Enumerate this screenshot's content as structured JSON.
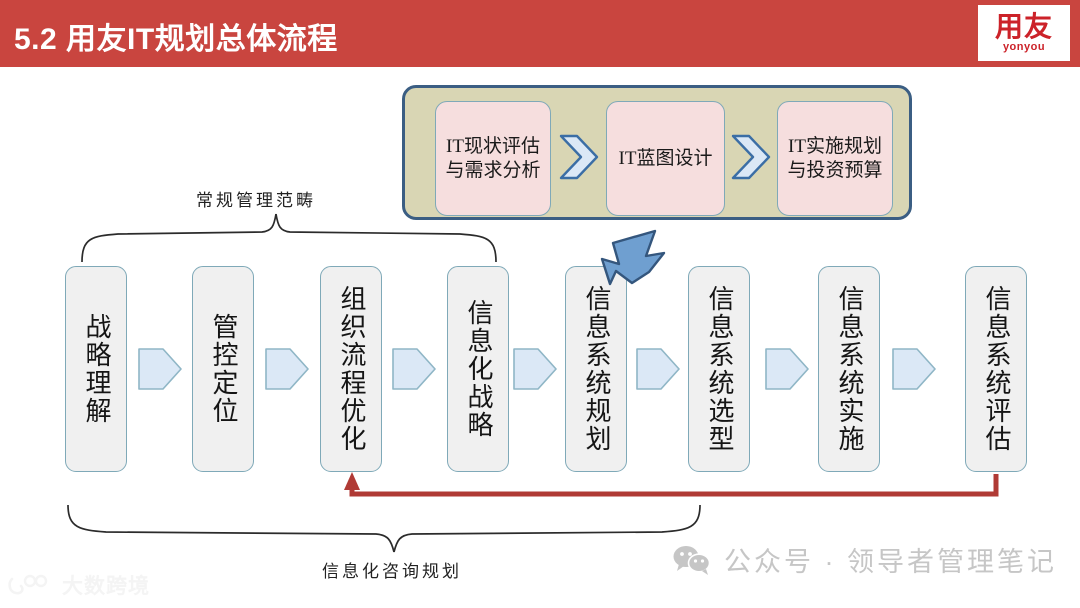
{
  "header": {
    "title": "5.2 用友IT规划总体流程",
    "bg_color": "#c9453f",
    "logo": {
      "cn": "用友",
      "en": "yonyou",
      "color": "#cc2229"
    }
  },
  "top_process": {
    "container_fill": "#d9d6b4",
    "container_border": "#3b5e83",
    "box_fill": "#f6dede",
    "box_border": "#7fa9b8",
    "chevron_fill": "#dbe8f6",
    "chevron_stroke": "#3b6ea5",
    "steps": [
      {
        "label": "IT现状评估与需求分析"
      },
      {
        "label": "IT蓝图设计"
      },
      {
        "label": "IT实施规划与投资预算"
      }
    ]
  },
  "main_flow": {
    "box_fill": "#f0f0f0",
    "box_border": "#7fa9b8",
    "arrow_fill": "#dbe8f6",
    "arrow_stroke": "#8fb6c6",
    "steps": [
      {
        "label": "战略理解"
      },
      {
        "label": "管控定位"
      },
      {
        "label": "组织流程优化"
      },
      {
        "label": "信息化战略"
      },
      {
        "label": "信息系统规划"
      },
      {
        "label": "信息系统选型"
      },
      {
        "label": "信息系统实施"
      },
      {
        "label": "信息系统评估"
      }
    ]
  },
  "annotations": {
    "top_brace_label": "常规管理范畴",
    "bottom_brace_label": "信息化咨询规划",
    "feedback_line_color": "#b03a35",
    "callout_arrow_fill": "#6f9fd0",
    "callout_arrow_stroke": "#34567d"
  },
  "watermarks": {
    "right": {
      "text": "公众号 · 领导者管理笔记",
      "icon": "wechat-icon",
      "color": "#c6c6c6"
    },
    "left": {
      "text": "大数跨境",
      "icon": "dashukuajing-logo",
      "color": "#f4f4f4"
    }
  }
}
